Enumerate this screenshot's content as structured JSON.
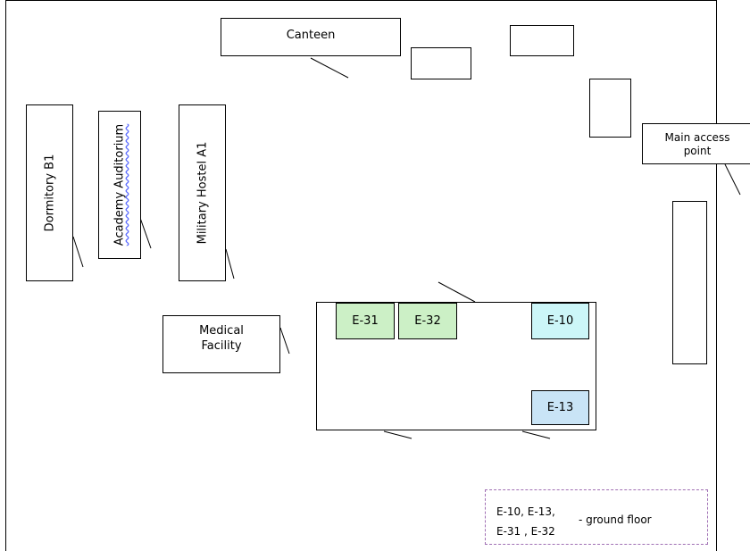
{
  "buildings": {
    "canteen": "Canteen",
    "dormitory": "Dormitory B1",
    "auditorium": "Academy  Auditorium",
    "hostel": "Military Hostel A1",
    "medical_line1": "Medical",
    "medical_line2": "Facility",
    "main_access_line1": "Main access",
    "main_access_line2": "point"
  },
  "rooms": {
    "e31": "E-31",
    "e32": "E-32",
    "e10": "E-10",
    "e13": "E-13"
  },
  "legend": {
    "rooms_line1": "E-10, E-13,",
    "rooms_line2": "E-31 , E-32",
    "note": "- ground floor"
  },
  "colors": {
    "green_room": "#ccf0c6",
    "cyan_room": "#ccf6f8",
    "blue_room": "#c9e4f6",
    "legend_border": "#a070b4"
  }
}
